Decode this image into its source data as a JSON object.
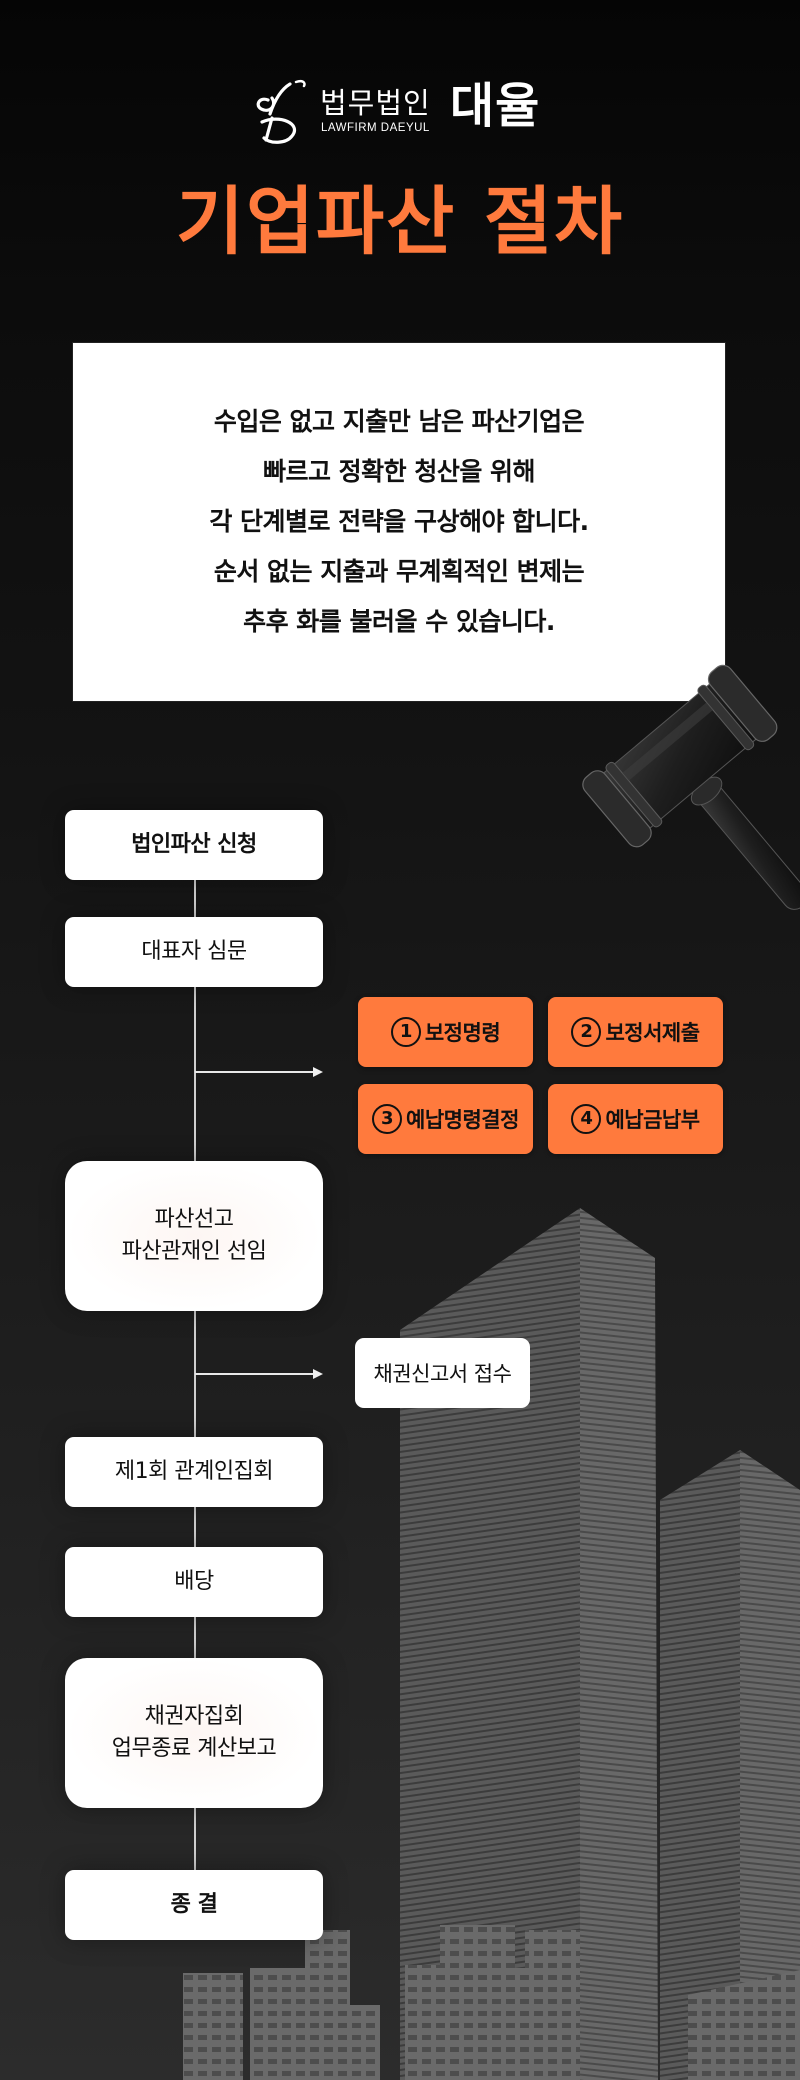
{
  "logo": {
    "monogram": "YD",
    "kr_label": "법무법인",
    "en_label": "LAWFIRM DAEYUL",
    "name": "대율"
  },
  "title": "기업파산 절차",
  "intro": {
    "lines": [
      "수입은 없고 지출만 남은 파산기업은",
      "빠르고 정확한 청산을 위해",
      "각 단계별로 전략을 구상해야 합니다.",
      "순서 없는 지출과 무계획적인 변제는",
      "추후 화를 불러올 수 있습니다."
    ]
  },
  "flow": {
    "steps": [
      {
        "label": "법인파산 신청"
      },
      {
        "label": "대표자 심문"
      },
      {
        "line1": "파산선고",
        "line2": "파산관재인 선임"
      },
      {
        "label": "제1회 관계인집회"
      },
      {
        "label": "배당"
      },
      {
        "line1": "채권자집회",
        "line2": "업무종료 계산보고"
      },
      {
        "label": "종 결"
      }
    ],
    "sub_steps": [
      {
        "num": "1",
        "label": "보정명령"
      },
      {
        "num": "2",
        "label": "보정서제출"
      },
      {
        "num": "3",
        "label": "예납명령결정"
      },
      {
        "num": "4",
        "label": "예납금납부"
      }
    ],
    "side_step": {
      "label": "채권신고서 접수"
    }
  },
  "colors": {
    "accent": "#FF7A3D",
    "background": "#111111",
    "card": "#FFFFFF",
    "text_dark": "#111111"
  }
}
